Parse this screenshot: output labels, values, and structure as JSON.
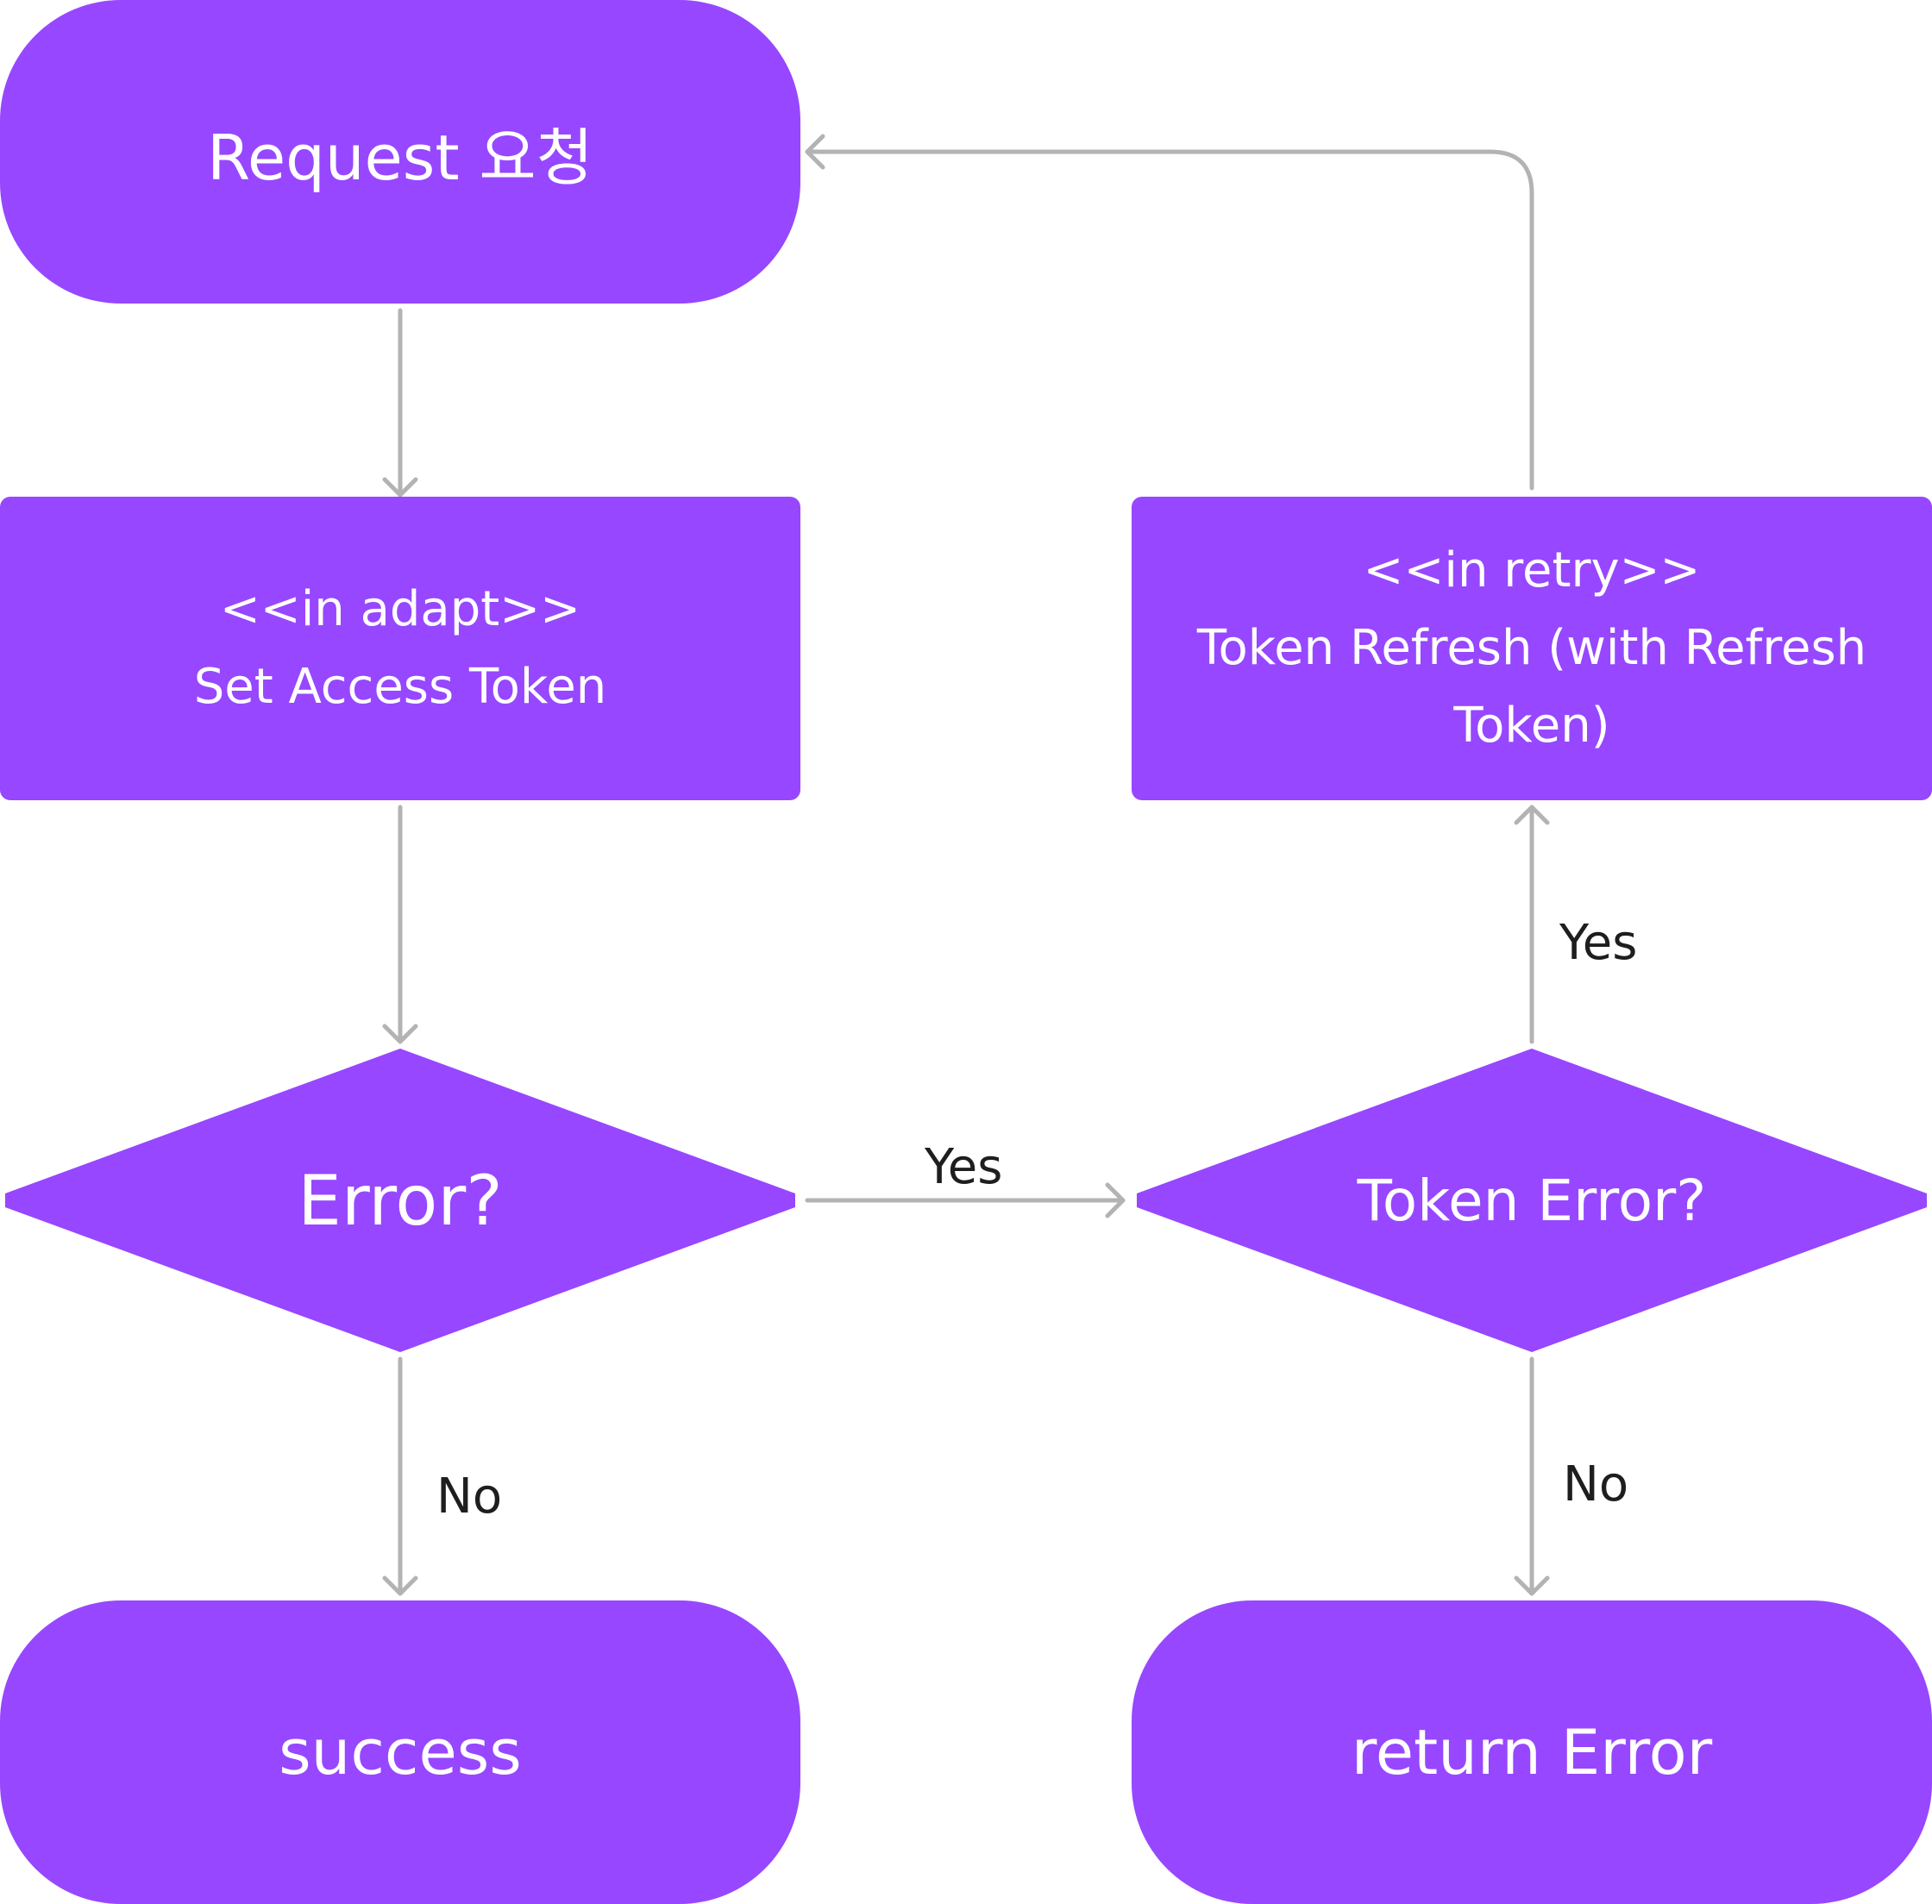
{
  "colors": {
    "node_fill": "#9747FF",
    "connector": "#b3b3b3",
    "node_text": "#ffffff",
    "label_text": "#1e1e1e"
  },
  "nodes": {
    "request": "Request 요청",
    "adapt": {
      "stereotype": "<<in adapt>>",
      "label": "Set Access Token"
    },
    "error_check": "Error?",
    "retry": {
      "stereotype": "<<in retry>>",
      "label_line1": "Token Refresh (with Refresh",
      "label_line2": "Token)"
    },
    "token_error_check": "Token Error?",
    "success": "success",
    "return_error": "return Error"
  },
  "edges": {
    "error_yes": "Yes",
    "error_no": "No",
    "token_error_yes": "Yes",
    "token_error_no": "No"
  }
}
